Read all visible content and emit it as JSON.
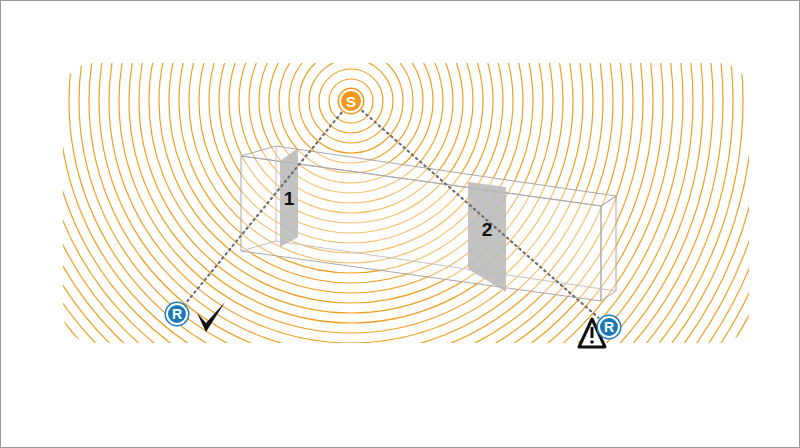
{
  "diagram": {
    "nodes": [
      {
        "text": [
          "S"
        ]
      },
      {
        "text": [
          "R"
        ]
      },
      {
        "text": [
          "R"
        ]
      }
    ],
    "edges": [
      {
        "from": 0,
        "to": 1,
        "arrow": "none"
      },
      {
        "from": 0,
        "to": 2,
        "arrow": "none"
      }
    ],
    "labels": [
      "1",
      "2"
    ]
  }
}
